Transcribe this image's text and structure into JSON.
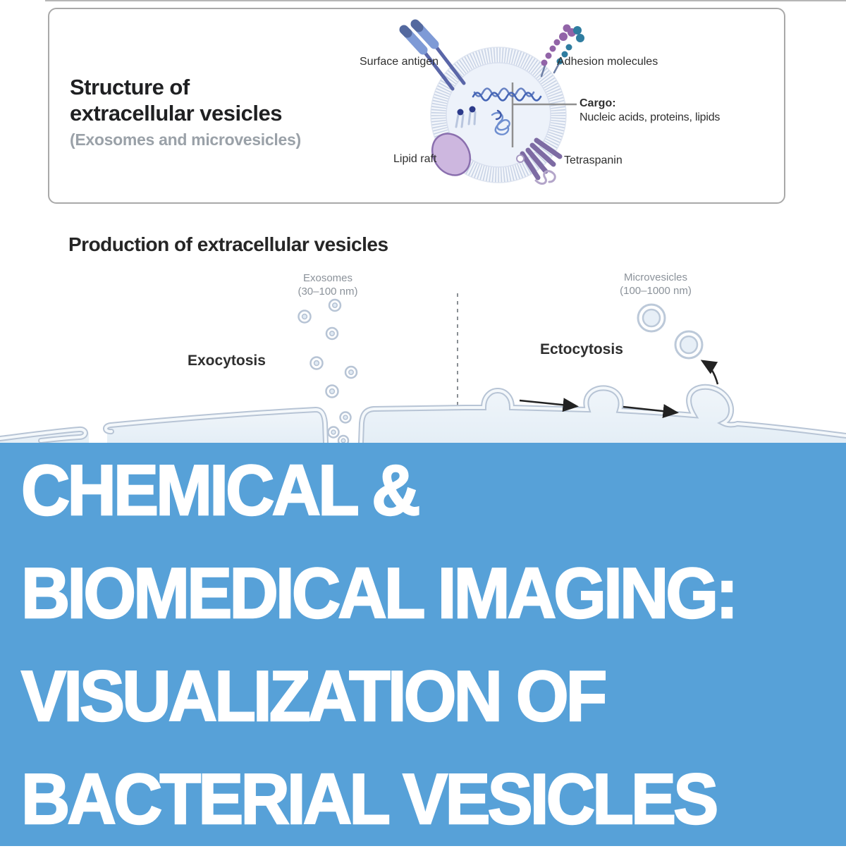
{
  "structure_panel": {
    "title_line1": "Structure of",
    "title_line2": "extracellular vesicles",
    "subtitle": "(Exosomes and microvesicles)",
    "labels": {
      "surface_antigen": "Surface antigen",
      "adhesion_molecules": "Adhesion molecules",
      "cargo_title": "Cargo:",
      "cargo_items": "Nucleic acids, proteins, lipids",
      "lipid_raft": "Lipid raft",
      "tetraspanin": "Tetraspanin"
    }
  },
  "production_section": {
    "heading": "Production of extracellular vesicles",
    "exocytosis_label": "Exocytosis",
    "ectocytosis_label": "Ectocytosis",
    "exosomes_label": "Exosomes",
    "exosomes_size": "(30–100 nm)",
    "microvesicles_label": "Microvesicles",
    "microvesicles_size": "(100–1000 nm)"
  },
  "banner": {
    "background_color": "#57a1d8",
    "text_color": "#ffffff",
    "lines": {
      "0": "CHEMICAL &",
      "1": "BIOMEDICAL IMAGING:",
      "2": "VISUALIZATION OF",
      "3": "BACTERIAL VESICLES"
    }
  }
}
